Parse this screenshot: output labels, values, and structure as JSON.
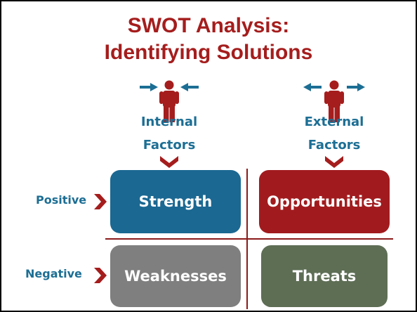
{
  "title": {
    "line1": "SWOT Analysis:",
    "line2": "Identifying Solutions"
  },
  "factors": [
    {
      "line1": "Internal",
      "line2": "Factors",
      "arrows": "inward"
    },
    {
      "line1": "External",
      "line2": "Factors",
      "arrows": "outward"
    }
  ],
  "rows": [
    {
      "label": "Positive"
    },
    {
      "label": "Negative"
    }
  ],
  "quadrants": [
    {
      "label": "Strength",
      "color": "#1b6892"
    },
    {
      "label": "Opportunities",
      "color": "#a11b1e"
    },
    {
      "label": "Weaknesses",
      "color": "#7f7f7f"
    },
    {
      "label": "Threats",
      "color": "#5e6e55"
    }
  ],
  "colors": {
    "title": "#a51d1d",
    "person": "#a51d1d",
    "arrow": "#1c6e94",
    "factor_text": "#1c6e94",
    "chevron": "#a51d1d",
    "divider": "#8b1a1a"
  }
}
